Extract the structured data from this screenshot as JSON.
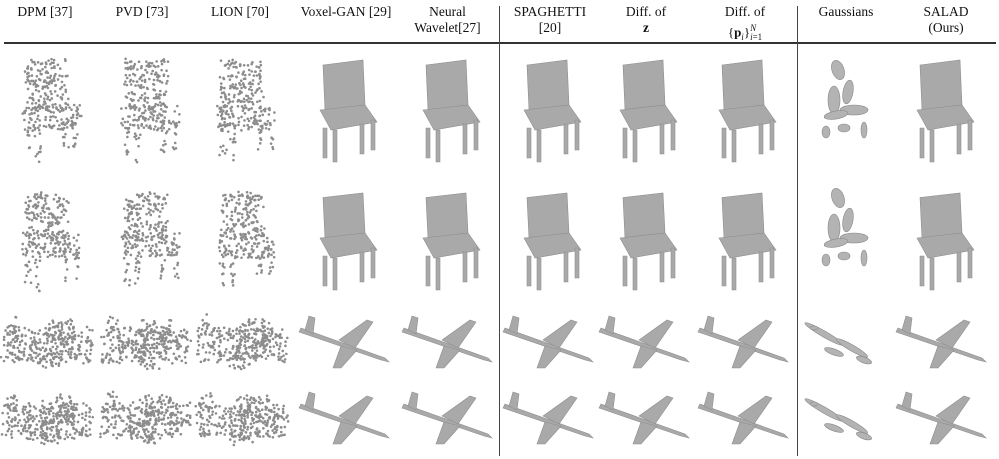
{
  "columns": [
    {
      "line1": "DPM [37]",
      "line2": "",
      "kind": "points"
    },
    {
      "line1": "PVD [73]",
      "line2": "",
      "kind": "points"
    },
    {
      "line1": "LION [70]",
      "line2": "",
      "kind": "points"
    },
    {
      "line1": "Voxel-GAN [29]",
      "line2": "",
      "kind": "mesh"
    },
    {
      "line1": "Neural",
      "line2": "Wavelet[27]",
      "kind": "mesh"
    },
    {
      "line1": "SPAGHETTI",
      "line2": "[20]",
      "kind": "mesh"
    },
    {
      "line1": "Diff. of",
      "line2": "z",
      "kind": "mesh"
    },
    {
      "line1": "Diff. of",
      "line2": "{pi}Ni=1",
      "kind": "mesh"
    },
    {
      "line1": "Gaussians",
      "line2": "",
      "kind": "gaussians"
    },
    {
      "line1": "SALAD",
      "line2": "(Ours)",
      "kind": "mesh"
    }
  ],
  "rows": [
    "chair",
    "chair",
    "airplane",
    "airplane"
  ],
  "colors": {
    "mesh": "#a9a9a9",
    "points": "#8c8c8c",
    "rule": "#333333"
  }
}
